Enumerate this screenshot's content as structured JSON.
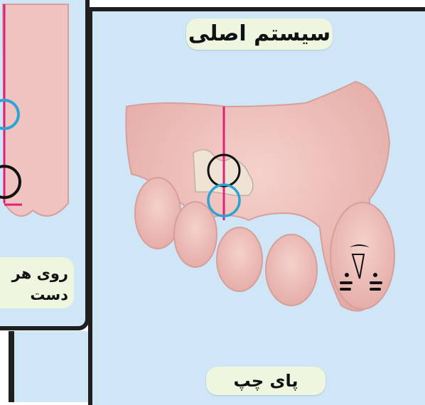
{
  "title_label": "سیستم اصلی",
  "foot_label": "پای چپ",
  "left_caption_line1": "روی هر",
  "left_caption_line2": "دست",
  "colors": {
    "background": "#cfe6f7",
    "border": "#1f1f1f",
    "pill": "#eef6e0",
    "skin": "#efc3bf",
    "skin_shadow": "#d79f9b",
    "meridian_line": "#e0207a",
    "circle_blue": "#2ba3d6",
    "circle_black": "#111111"
  },
  "icons": [
    "foot-illustration",
    "hand-illustration",
    "blue-circle-marker",
    "black-circle-marker",
    "eye-nose-face-marks"
  ]
}
